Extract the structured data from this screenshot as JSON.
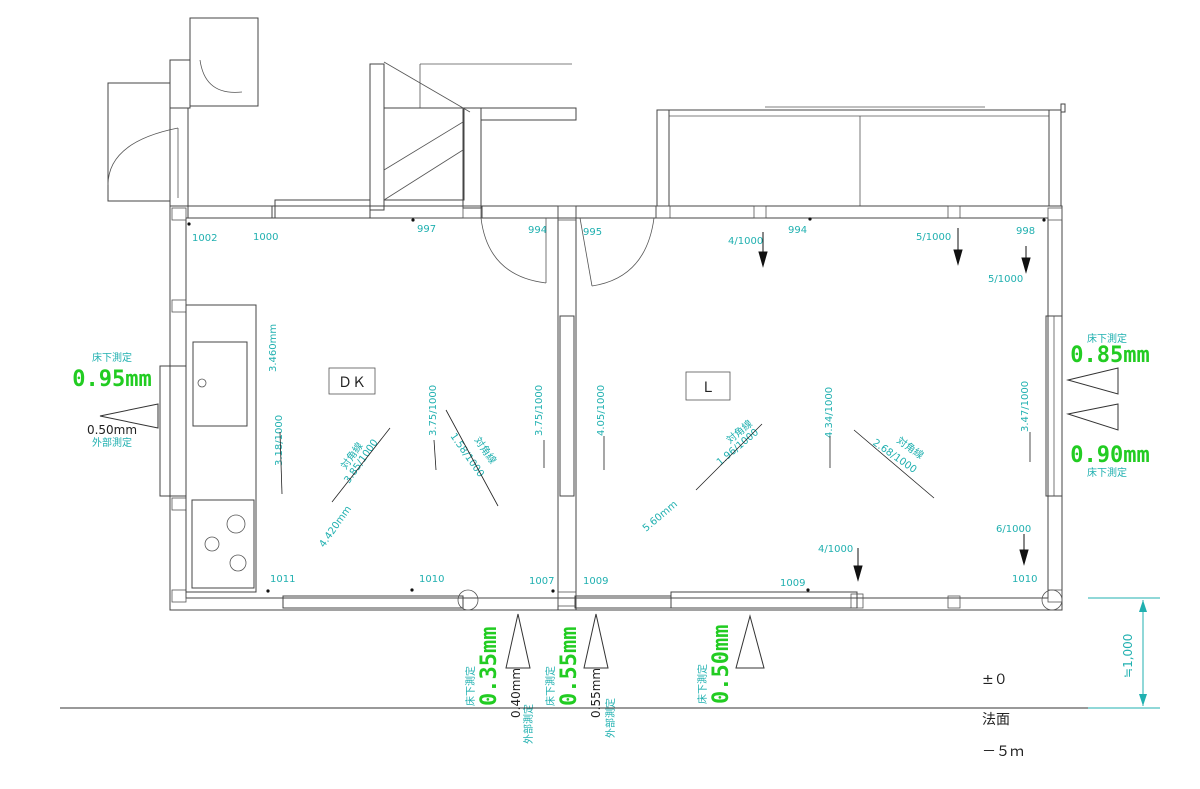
{
  "rooms": [
    {
      "key": "dk",
      "label": "ＤＫ"
    },
    {
      "key": "l",
      "label": "Ｌ"
    }
  ],
  "dimensions": {
    "ceiling_height": "3.460mm",
    "dk_diagonal": "4.420mm",
    "l_diagonal": "5.60mm",
    "height_mark": "≒1,000"
  },
  "floor_levels": {
    "dk_top": [
      "1002",
      "1000",
      "997",
      "994"
    ],
    "l_top": [
      "995",
      "994",
      "998"
    ],
    "dk_bottom": [
      "1011",
      "1010",
      "1007"
    ],
    "l_bottom": [
      "1009",
      "1009",
      "1010"
    ]
  },
  "slopes": {
    "dk_1": "3.18/1000",
    "dk_2": "3.75/1000",
    "dk_3": "3.75/1000",
    "dk_diag_1_label": "対角線",
    "dk_diag_1": "3.85/1000",
    "dk_diag_2_label": "対角線",
    "dk_diag_2": "1.58/1000",
    "l_1": "4.05/1000",
    "l_2": "4.34/1000",
    "l_3": "3.47/1000",
    "l_diag_1_label": "対角線",
    "l_diag_1": "1.96/1000",
    "l_diag_2_label": "対角線",
    "l_diag_2": "2.68/1000",
    "l_top_1": "4/1000",
    "l_top_2": "5/1000",
    "l_top_3": "5/1000",
    "l_bottom_1": "4/1000",
    "l_bottom_2": "6/1000"
  },
  "measurements": {
    "left_under_label": "床下測定",
    "left_under_value": "0.95mm",
    "left_ext_value": "0.50mm",
    "left_ext_label": "外部測定",
    "right_top_label": "床下測定",
    "right_top_value": "0.85mm",
    "right_bot_value": "0.90mm",
    "right_bot_label": "床下測定",
    "b1_under_label": "床下測定",
    "b1_under_value": "0.35mm",
    "b1_ext_value": "0.40mm",
    "b1_ext_label": "外部測定",
    "b2_under_label": "床下測定",
    "b2_under_value": "0.55mm",
    "b2_ext_value": "0.55mm",
    "b2_ext_label": "外部測定",
    "b3_under_label": "床下測定",
    "b3_under_value": "0.50mm"
  },
  "legend": {
    "zero": "±０",
    "slope_face": "法面",
    "depth": "－５ｍ"
  },
  "colors": {
    "cyan": "#20b0b0",
    "green": "#22cc22",
    "line": "#444444"
  }
}
